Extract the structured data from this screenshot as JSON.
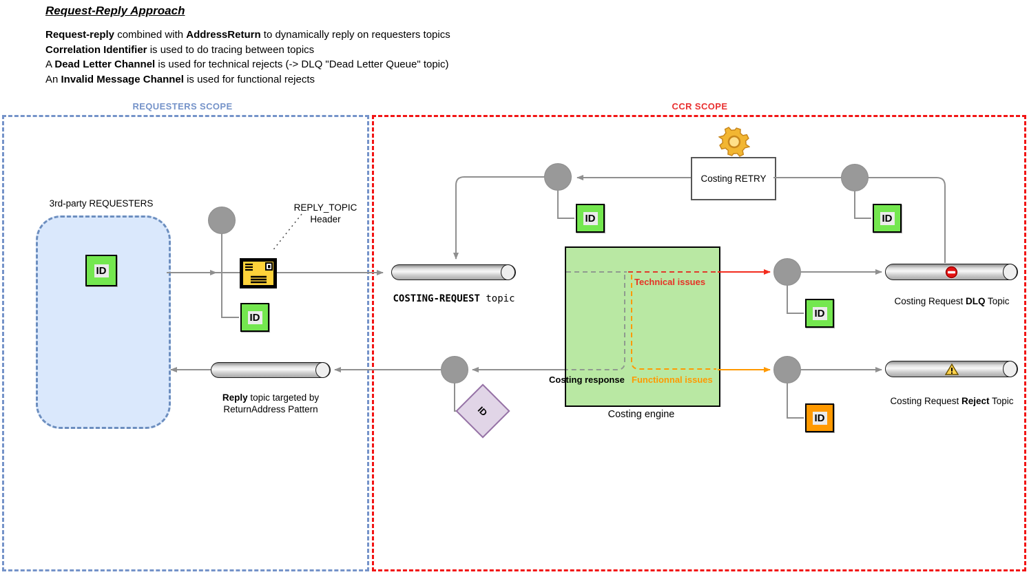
{
  "header": {
    "title": "Request-Reply Approach",
    "line1": {
      "b1": "Request-reply",
      "t1": " combined with ",
      "b2": "AddressReturn",
      "t2": " to dynamically reply on requesters topics"
    },
    "line2": {
      "b1": "Correlation Identifier",
      "t1": " is used to do tracing between topics"
    },
    "line3": {
      "t0": "A ",
      "b1": "Dead Letter Channel",
      "t1": " is used for technical rejects (-> DLQ \"Dead Letter Queue\" topic)"
    },
    "line4": {
      "t0": "An ",
      "b1": "Invalid Message Channel",
      "t1": " is used for functional rejects"
    }
  },
  "scopes": {
    "requesters": {
      "label": "REQUESTERS SCOPE",
      "color": "#7593c9"
    },
    "ccr": {
      "label": "CCR SCOPE",
      "color": "#e93030"
    }
  },
  "requesters_box": {
    "label": "3rd-party REQUESTERS"
  },
  "id_badge": "ID",
  "annotation": {
    "line1": "REPLY_TOPIC",
    "line2": "Header"
  },
  "topics": {
    "costing_request": {
      "name": "COSTING-REQUEST",
      "suffix": " topic"
    },
    "reply": {
      "bold": "Reply",
      "rest": " topic targeted by",
      "line2": "ReturnAddress Pattern"
    },
    "dlq": {
      "pre": "Costing Request ",
      "bold": "DLQ",
      "post": " Topic"
    },
    "reject": {
      "pre": "Costing Request ",
      "bold": "Reject",
      "post": " Topic"
    }
  },
  "engine": {
    "label": "Costing engine",
    "technical_label": "Technical issues",
    "functional_label": "Functionnal issues",
    "response_label": "Costing response"
  },
  "retry": {
    "label": "Costing RETRY"
  },
  "icons": {
    "gear": "retry-gear",
    "envelope": "message-with-reply-topic-header",
    "no_entry": "dead-letter-blocked",
    "warning": "reject-warning"
  },
  "colors": {
    "requesters_fill": "#dae8fc",
    "requesters_border": "#6c8ebf",
    "engine_fill": "#b9e8a3",
    "id_green": "#74e74f",
    "id_orange": "#ff9900",
    "technical_red": "#e63226",
    "functional_orange": "#ff9900",
    "line_gray": "#999999",
    "diamond_fill": "#e1d5e7",
    "diamond_border": "#9673a6"
  }
}
